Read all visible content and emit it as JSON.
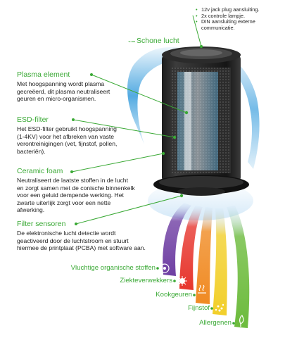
{
  "colors": {
    "accent_green": "#3aa935",
    "stream_blue": "#4aa6e0",
    "stream_purple": "#6f3fa3",
    "stream_red": "#e7362e",
    "stream_orange": "#f08a22",
    "stream_yellow": "#f2cf2a",
    "stream_green": "#6cbb3c"
  },
  "top_notes": [
    "12v jack plug aansluiting.",
    "2x controle lampje.",
    "DIN aansluiting externe communicatie."
  ],
  "clean_air": {
    "label": "Schone lucht",
    "icon": "clean-air-icon"
  },
  "components": [
    {
      "title": "Plasma element",
      "text": "Met hoogspanning wordt plasma gecreëerd, dit plasma neutraliseert geuren en micro-organismen."
    },
    {
      "title": "ESD-filter",
      "text": "Het ESD-filter gebruikt hoogspanning (1-4KV) voor het afbreken van vaste verontreinigingen (vet, fijnstof, pollen, bacteriën)."
    },
    {
      "title": "Ceramic foam",
      "text": "Neutraliseert de laatste stoffen in de lucht en zorgt samen met de conische binnenkelk voor een geluid dempende werking. Het zwarte uiterlijk zorgt voor een nette afwerking."
    },
    {
      "title": "Filter sensoren",
      "text": "De elektronische lucht detectie wordt geactiveerd door de luchtstroom en stuurt hiermee de printplaat (PCBA) met software aan."
    }
  ],
  "pollutants": [
    {
      "label": "Vluchtige organische stoffen",
      "icon": "voc-icon",
      "color": "#6f3fa3"
    },
    {
      "label": "Ziekteverwekkers",
      "icon": "pathogen-icon",
      "color": "#e7362e"
    },
    {
      "label": "Kookgeuren",
      "icon": "cooking-odor-icon",
      "color": "#f08a22"
    },
    {
      "label": "Fijnstof",
      "icon": "fine-dust-icon",
      "color": "#f2cf2a"
    },
    {
      "label": "Allergenen",
      "icon": "allergen-icon",
      "color": "#6cbb3c"
    }
  ]
}
